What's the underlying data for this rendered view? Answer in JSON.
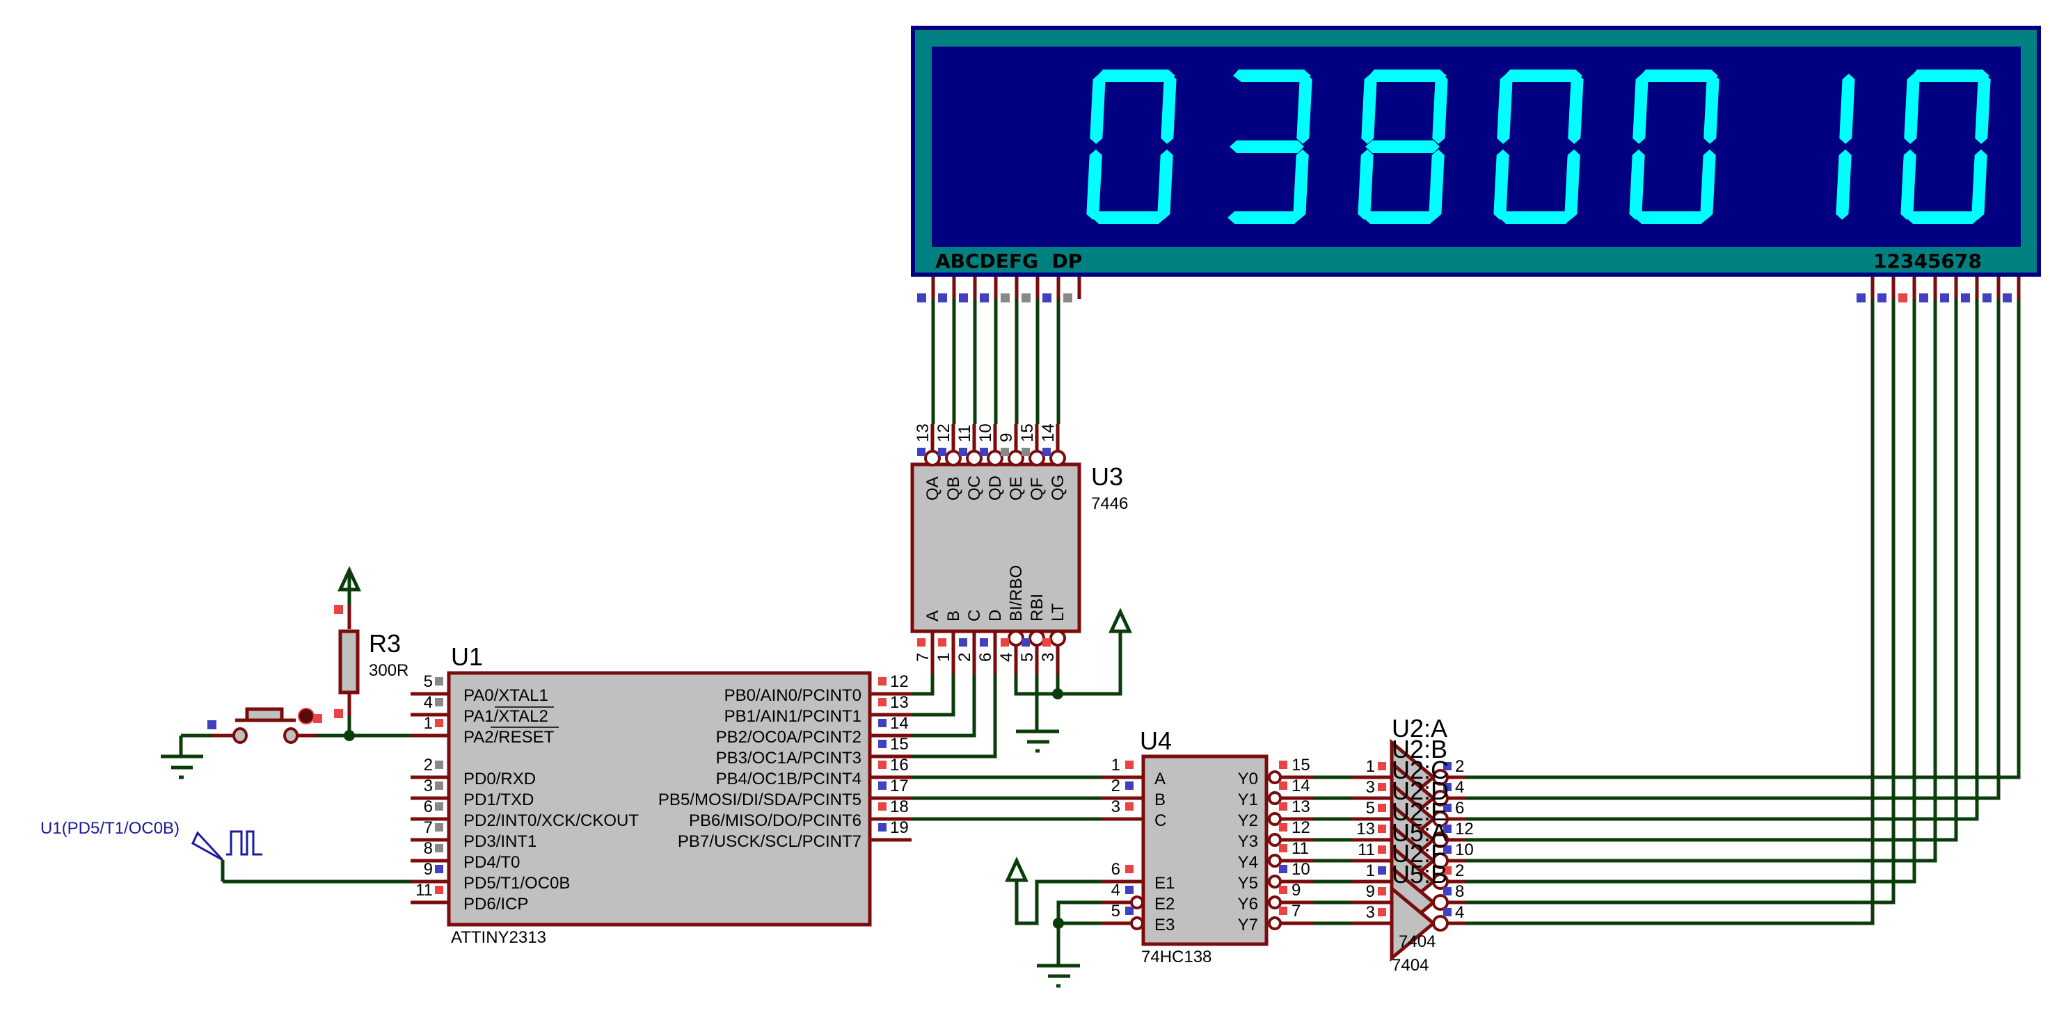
{
  "colors": {
    "wire": "#0b3d0b",
    "pin": "#7a0c0c",
    "chip_fill": "#c0c0c0",
    "display_frame": "#000080",
    "display_bezel": "#008080",
    "display_glass": "#000080",
    "segment_on": "#00ffff",
    "state_high": "#e84444",
    "state_low": "#4040c0",
    "state_float": "#888888",
    "probe_text": "#1a1a9c"
  },
  "display": {
    "segment_labels": "ABCDEFG  DP",
    "digit_labels": "12345678",
    "digits": [
      " ",
      "0",
      "3",
      "8",
      "0",
      "0",
      "1",
      "0"
    ],
    "segment_pin_states": [
      "low",
      "low",
      "low",
      "low",
      "float",
      "float",
      "low",
      "float"
    ],
    "digit_pin_states": [
      "low",
      "low",
      "high",
      "low",
      "low",
      "low",
      "low",
      "low"
    ]
  },
  "r3": {
    "ref": "R3",
    "value": "300R"
  },
  "probe": {
    "label": "U1(PD5/T1/OC0B)"
  },
  "u1": {
    "ref": "U1",
    "part": "ATTINY2313",
    "left_pins": [
      {
        "num": "5",
        "name": "PA0/XTAL1",
        "state": "float"
      },
      {
        "num": "4",
        "name": "PA1/XTAL2",
        "state": "float"
      },
      {
        "num": "1",
        "name": "PA2/RESET",
        "state": "high"
      },
      {
        "num": "2",
        "name": "PD0/RXD",
        "state": "float"
      },
      {
        "num": "3",
        "name": "PD1/TXD",
        "state": "float"
      },
      {
        "num": "6",
        "name": "PD2/INT0/XCK/CKOUT",
        "state": "float"
      },
      {
        "num": "7",
        "name": "PD3/INT1",
        "state": "float"
      },
      {
        "num": "8",
        "name": "PD4/T0",
        "state": "float"
      },
      {
        "num": "9",
        "name": "PD5/T1/OC0B",
        "state": "low"
      },
      {
        "num": "11",
        "name": "PD6/ICP",
        "state": "high"
      }
    ],
    "right_pins": [
      {
        "num": "12",
        "name": "PB0/AIN0/PCINT0",
        "state": "high"
      },
      {
        "num": "13",
        "name": "PB1/AIN1/PCINT1",
        "state": "high"
      },
      {
        "num": "14",
        "name": "PB2/OC0A/PCINT2",
        "state": "low"
      },
      {
        "num": "15",
        "name": "PB3/OC1A/PCINT3",
        "state": "low"
      },
      {
        "num": "16",
        "name": "PB4/OC1B/PCINT4",
        "state": "high"
      },
      {
        "num": "17",
        "name": "PB5/MOSI/DI/SDA/PCINT5",
        "state": "low"
      },
      {
        "num": "18",
        "name": "PB6/MISO/DO/PCINT6",
        "state": "high"
      },
      {
        "num": "19",
        "name": "PB7/USCK/SCL/PCINT7",
        "state": "low"
      }
    ]
  },
  "u3": {
    "ref": "U3",
    "part": "7446",
    "top_pins": [
      {
        "num": "13",
        "name": "QA",
        "state": "low"
      },
      {
        "num": "12",
        "name": "QB",
        "state": "low"
      },
      {
        "num": "11",
        "name": "QC",
        "state": "low"
      },
      {
        "num": "10",
        "name": "QD",
        "state": "low"
      },
      {
        "num": "9",
        "name": "QE",
        "state": "float"
      },
      {
        "num": "15",
        "name": "QF",
        "state": "float"
      },
      {
        "num": "14",
        "name": "QG",
        "state": "low"
      }
    ],
    "bottom_pins": [
      {
        "num": "7",
        "name": "A",
        "state": "high"
      },
      {
        "num": "1",
        "name": "B",
        "state": "high"
      },
      {
        "num": "2",
        "name": "C",
        "state": "low"
      },
      {
        "num": "6",
        "name": "D",
        "state": "low"
      },
      {
        "num": "4",
        "name": "BI/RBO",
        "state": "high"
      },
      {
        "num": "5",
        "name": "RBI",
        "state": "low"
      },
      {
        "num": "3",
        "name": "LT",
        "state": "high"
      }
    ]
  },
  "u4": {
    "ref": "U4",
    "part": "74HC138",
    "left_pins": [
      {
        "num": "1",
        "name": "A",
        "state": "high"
      },
      {
        "num": "2",
        "name": "B",
        "state": "low"
      },
      {
        "num": "3",
        "name": "C",
        "state": "high"
      },
      {
        "num": "6",
        "name": "E1",
        "state": "high"
      },
      {
        "num": "4",
        "name": "E2",
        "state": "low"
      },
      {
        "num": "5",
        "name": "E3",
        "state": "low"
      }
    ],
    "right_pins": [
      {
        "num": "15",
        "name": "Y0",
        "state": "high"
      },
      {
        "num": "14",
        "name": "Y1",
        "state": "high"
      },
      {
        "num": "13",
        "name": "Y2",
        "state": "high"
      },
      {
        "num": "12",
        "name": "Y3",
        "state": "high"
      },
      {
        "num": "11",
        "name": "Y4",
        "state": "high"
      },
      {
        "num": "10",
        "name": "Y5",
        "state": "low"
      },
      {
        "num": "9",
        "name": "Y6",
        "state": "high"
      },
      {
        "num": "7",
        "name": "Y7",
        "state": "high"
      }
    ]
  },
  "inverters": {
    "part": "7404",
    "hidden_part": "7404",
    "labels": [
      "U2:A",
      "U2:B",
      "U2:C",
      "U2:D",
      "U2:E",
      "U5:A",
      "U2:F",
      "U5:B"
    ],
    "in_pins": [
      {
        "num": "1",
        "state": "high"
      },
      {
        "num": "3",
        "state": "high"
      },
      {
        "num": "5",
        "state": "high"
      },
      {
        "num": "13",
        "state": "high"
      },
      {
        "num": "11",
        "state": "high"
      },
      {
        "num": "1",
        "state": "low"
      },
      {
        "num": "9",
        "state": "high"
      },
      {
        "num": "3",
        "state": "high"
      }
    ],
    "out_pins": [
      {
        "num": "2",
        "state": "low"
      },
      {
        "num": "4",
        "state": "low"
      },
      {
        "num": "6",
        "state": "low"
      },
      {
        "num": "12",
        "state": "low"
      },
      {
        "num": "10",
        "state": "low"
      },
      {
        "num": "2",
        "state": "high"
      },
      {
        "num": "8",
        "state": "low"
      },
      {
        "num": "4",
        "state": "low"
      }
    ]
  }
}
